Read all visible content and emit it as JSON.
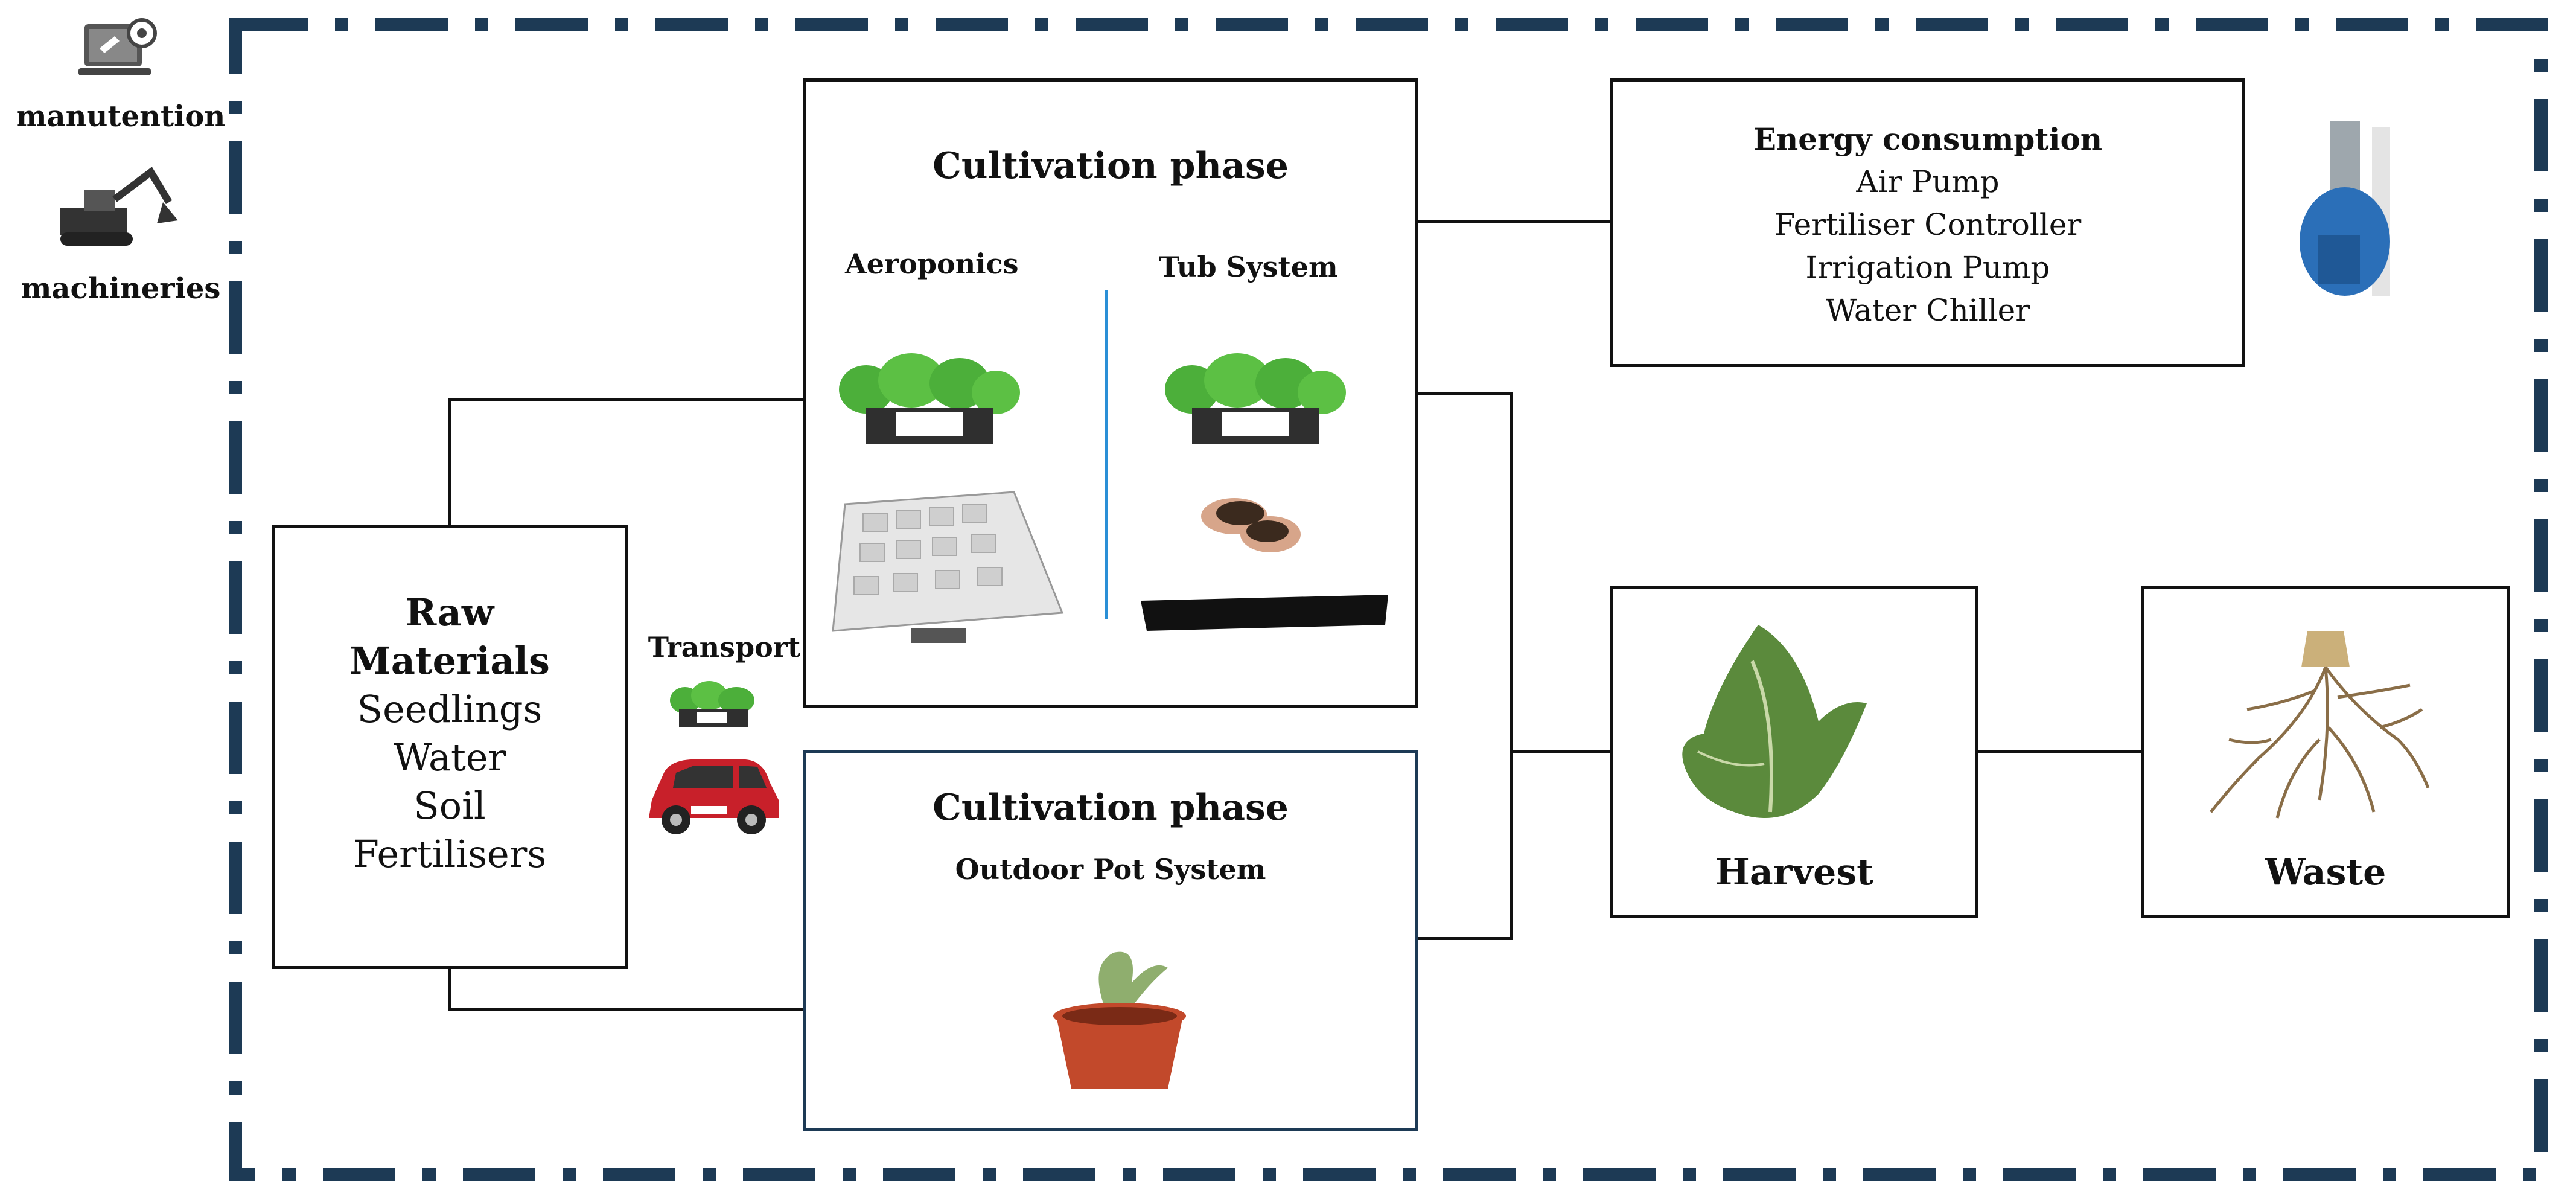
{
  "side_items": {
    "manutention": "manutention",
    "machineries": "machineries"
  },
  "raw_materials": {
    "title_line1": "Raw",
    "title_line2": "Materials",
    "items": [
      "Seedlings",
      "Water",
      "Soil",
      "Fertilisers"
    ]
  },
  "transport": {
    "label": "Transport"
  },
  "cultivation_indoor": {
    "title": "Cultivation phase",
    "aeroponics": "Aeroponics",
    "tub_system": "Tub System"
  },
  "cultivation_outdoor": {
    "title": "Cultivation phase",
    "subtitle": "Outdoor Pot System"
  },
  "energy": {
    "title": "Energy consumption",
    "items": [
      "Air Pump",
      "Fertiliser Controller",
      "Irrigation Pump",
      "Water Chiller"
    ]
  },
  "harvest": {
    "label": "Harvest"
  },
  "waste": {
    "label": "Waste"
  },
  "colors": {
    "boundary": "#1d3a55",
    "box_border": "#111111",
    "divider": "#2a8fd6",
    "lettuce": "#4caf3a",
    "pot": "#c2492b",
    "car": "#c8202a"
  }
}
